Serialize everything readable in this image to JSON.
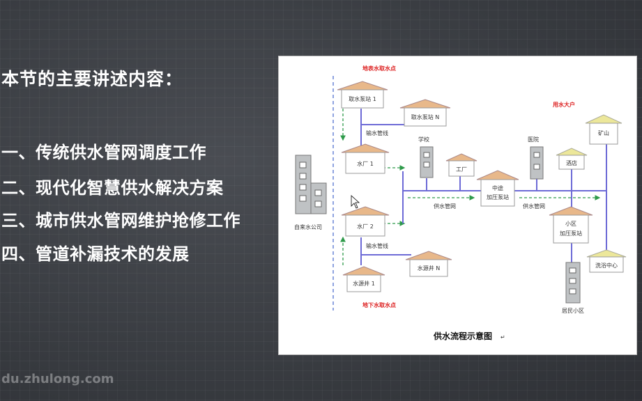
{
  "slide": {
    "heading": "本节的主要讲述内容：",
    "items": [
      "一、传统供水管网调度工作",
      "二、现代化智慧供水解决方案",
      "三、城市供水管网维护抢修工作",
      "四、管道补漏技术的发展"
    ],
    "watermark": "du.zhulong.com"
  },
  "diagram": {
    "caption": "供水流程示意图",
    "caption_mark": "↵",
    "labels": {
      "surface_source": "地表水取水点",
      "ground_source": "地下水取水点",
      "big_users": "用水大户",
      "intake1": "取水泵站 1",
      "intakeN": "取水泵站 N",
      "transmission_top": "输水管线",
      "transmission_bottom": "输水管线",
      "plant1": "水厂 1",
      "plant2": "水厂 2",
      "well1": "水源井 1",
      "wellN": "水源井 N",
      "company": "自来水公司",
      "school": "学校",
      "factory": "工厂",
      "hospital": "医院",
      "booster_mid_1": "中途",
      "booster_mid_2": "加压泵站",
      "pipe_net_left": "供水管网",
      "pipe_net_right": "供水管网",
      "hotel": "酒店",
      "mine": "矿山",
      "community_1": "小区",
      "community_2": "加压泵站",
      "residential": "居民小区",
      "bath": "洗浴中心"
    },
    "colors": {
      "pipe": "#6d6ad6",
      "flow_arrow": "#2e9a4a",
      "source_line": "#4466cc",
      "roof": "#e8b88a",
      "label_red": "#dd2222"
    }
  }
}
